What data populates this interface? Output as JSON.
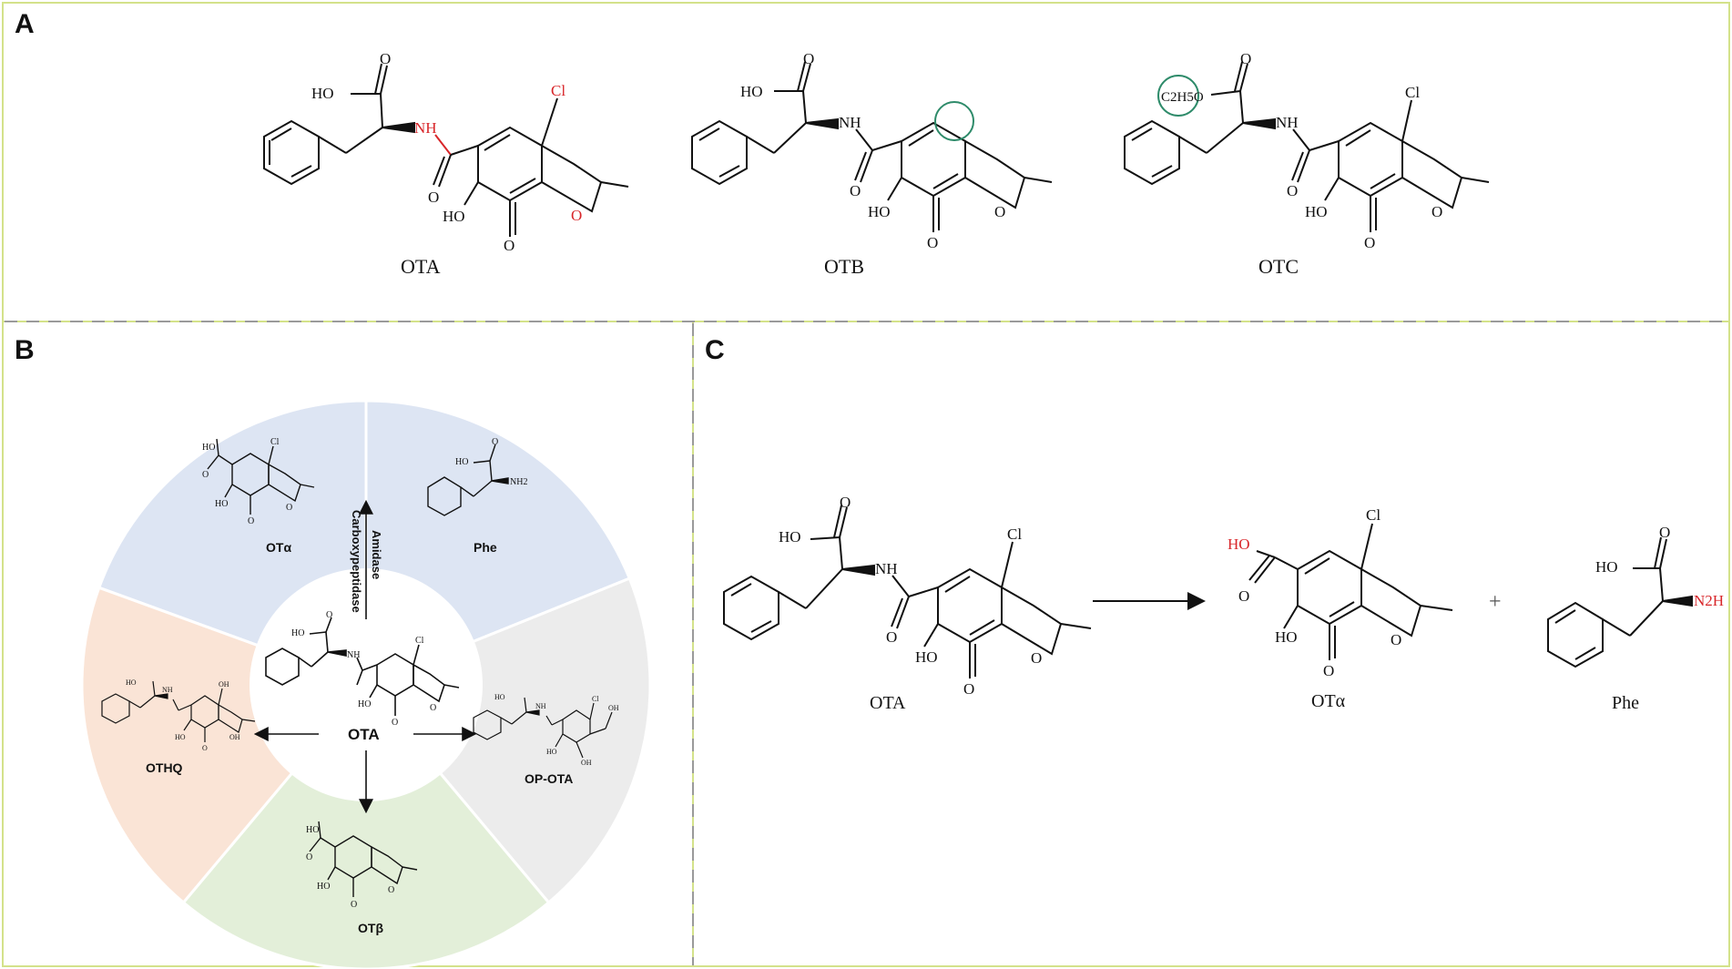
{
  "panels": {
    "a": "A",
    "b": "B",
    "c": "C"
  },
  "panel_a": {
    "molecules": [
      {
        "name": "OTA",
        "hetero_1": "Cl",
        "hetero_2": "NH",
        "hetero_3": "HO",
        "hetero_4": "HO",
        "hetero_5": "O",
        "hetero_6": "O",
        "hetero_7": "O",
        "hetero_8": "O"
      },
      {
        "name": "OTB",
        "hetero_1": "HO",
        "hetero_2": "NH",
        "hetero_3": "HO",
        "hetero_4": "O",
        "hetero_5": "O",
        "hetero_6": "O",
        "hetero_7": "O"
      },
      {
        "name": "OTC",
        "hetero_1": "Cl",
        "hetero_2": "NH",
        "hetero_3": "HO",
        "hetero_4": "O",
        "hetero_5": "O",
        "hetero_6": "O",
        "hetero_7": "O",
        "ester_group": "C2H5O"
      }
    ],
    "highlight_color": "#d8262a",
    "circle_color": "#2e8b6a"
  },
  "panel_b": {
    "center_label": "OTA",
    "enzymes": "Carboxypeptidase",
    "enzymes_2": "Amidase",
    "segments": [
      {
        "label": "OTα",
        "color": "#dde5f3"
      },
      {
        "label": "Phe",
        "color": "#dde5f3"
      },
      {
        "label": "OP-OTA",
        "color": "#ececec"
      },
      {
        "label": "OTβ",
        "color": "#e3efd9"
      },
      {
        "label": "OTHQ",
        "color": "#fae4d6"
      }
    ],
    "atoms": {
      "ho": "HO",
      "o": "O",
      "cl": "Cl",
      "nh": "NH",
      "nh2": "NH2",
      "oh": "OH"
    }
  },
  "panel_c": {
    "reactant": "OTA",
    "product_1": "OTα",
    "plus": "+",
    "product_2": "Phe",
    "atoms": {
      "ho": "HO",
      "o": "O",
      "cl": "Cl",
      "nh": "NH",
      "n2h": "N2H"
    }
  }
}
